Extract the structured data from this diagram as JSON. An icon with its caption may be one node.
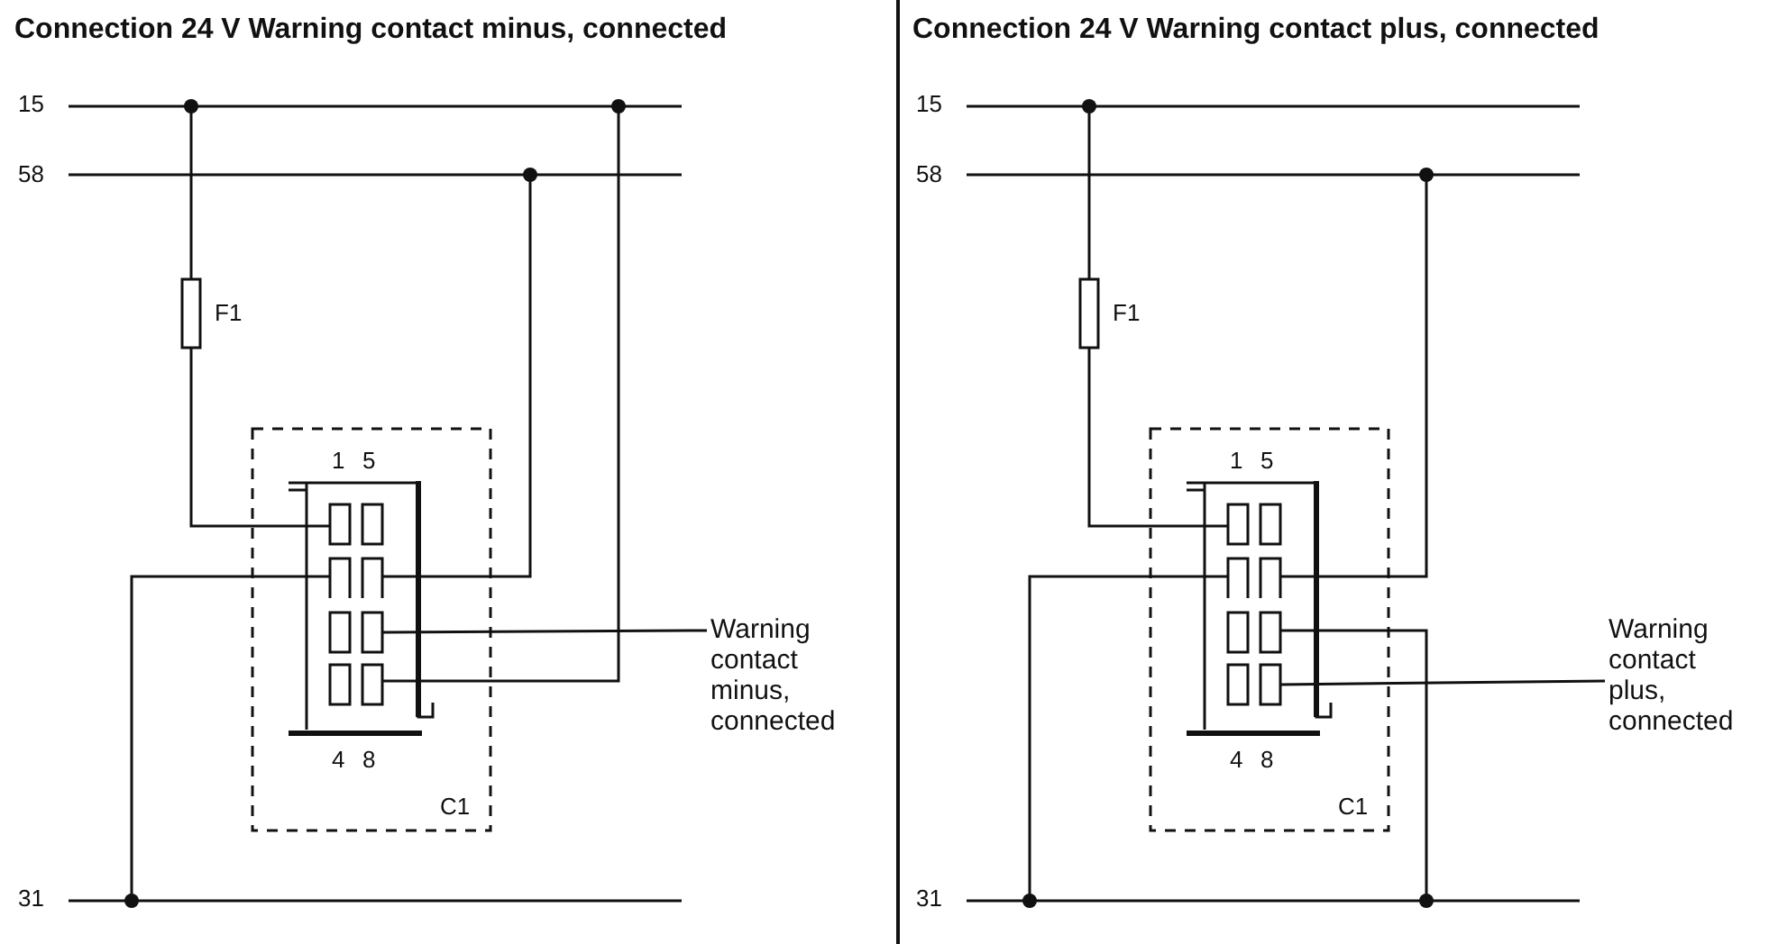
{
  "diagram": {
    "nodes": [
      {
        "text": [],
        "shape": "box"
      },
      {
        "text": [
          "Warning contact minus, connected"
        ]
      },
      {
        "text": [],
        "shape": "box"
      },
      {
        "text": [
          "Warning contact plus, connected"
        ]
      }
    ],
    "edges": [
      {
        "from": 0,
        "to": 1,
        "arrow": "none"
      },
      {
        "from": 2,
        "to": 3,
        "arrow": "none"
      }
    ],
    "labels": [
      "Connection 24 V Warning contact minus, connected",
      "Connection 24 V Warning contact plus, connected",
      "15",
      "58",
      "F1",
      "1",
      "5",
      "4",
      "8",
      "C1",
      "31",
      "15",
      "58",
      "F1",
      "1",
      "5",
      "4",
      "8",
      "C1",
      "31"
    ]
  }
}
